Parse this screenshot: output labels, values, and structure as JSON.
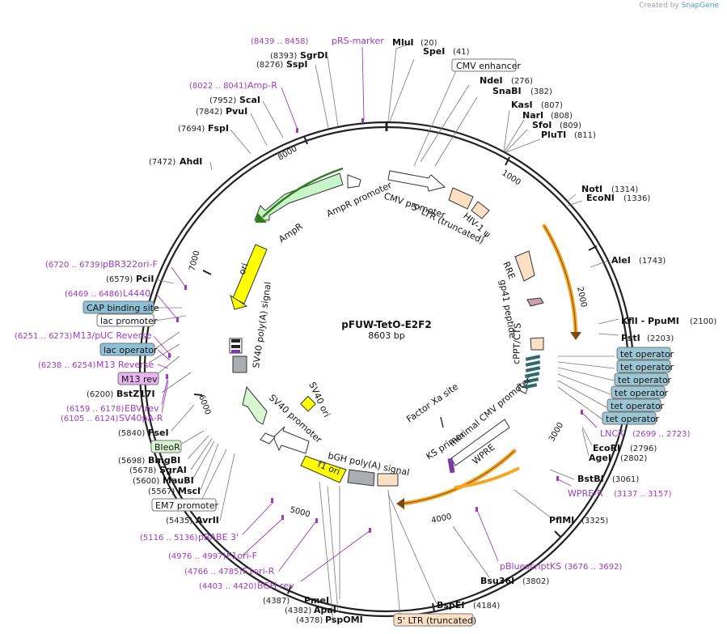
{
  "credit": {
    "prefix": "Created by",
    "brand": "SnapGene"
  },
  "plasmid": {
    "name": "pFUW-TetO-E2F2",
    "length": "8603 bp"
  },
  "ticks": [
    "1000",
    "2000",
    "3000",
    "4000",
    "5000",
    "6000",
    "7000",
    "8000"
  ],
  "sites": [
    {
      "name": "MluI",
      "pos": "(20)"
    },
    {
      "name": "SpeI",
      "pos": "(41)"
    },
    {
      "name": "NdeI",
      "pos": "(276)"
    },
    {
      "name": "SnaBI",
      "pos": "(382)"
    },
    {
      "name": "KasI",
      "pos": "(807)"
    },
    {
      "name": "NarI",
      "pos": "(808)"
    },
    {
      "name": "SfoI",
      "pos": "(809)"
    },
    {
      "name": "PluTI",
      "pos": "(811)"
    },
    {
      "name": "NotI",
      "pos": "(1314)"
    },
    {
      "name": "EcoNI",
      "pos": "(1336)"
    },
    {
      "name": "AleI",
      "pos": "(1743)"
    },
    {
      "name": "KflI  - PpuMI",
      "pos": "(2100)"
    },
    {
      "name": "PstI",
      "pos": "(2203)"
    },
    {
      "name": "EcoRI",
      "pos": "(2796)"
    },
    {
      "name": "AgeI",
      "pos": "(2802)"
    },
    {
      "name": "BstBI",
      "pos": "(3061)"
    },
    {
      "name": "PflMI",
      "pos": "(3325)"
    },
    {
      "name": "Bsu36I",
      "pos": "(3802)"
    },
    {
      "name": "BspEI",
      "pos": "(4184)"
    },
    {
      "name": "PmeI",
      "pos": "(4387)"
    },
    {
      "name": "ApaI",
      "pos": "(4382)"
    },
    {
      "name": "PspOMI",
      "pos": "(4378)"
    },
    {
      "name": "AvrII",
      "pos": "(5435)"
    },
    {
      "name": "MscI",
      "pos": "(5567)"
    },
    {
      "name": "MauBI",
      "pos": "(5600)"
    },
    {
      "name": "SgrAI",
      "pos": "(5678)"
    },
    {
      "name": "BmgBI",
      "pos": "(5698)"
    },
    {
      "name": "FseI",
      "pos": "(5840)"
    },
    {
      "name": "BstZ17I",
      "pos": "(6200)"
    },
    {
      "name": "PciI",
      "pos": "(6579)"
    },
    {
      "name": "AhdI",
      "pos": "(7472)"
    },
    {
      "name": "FspI",
      "pos": "(7694)"
    },
    {
      "name": "PvuI",
      "pos": "(7842)"
    },
    {
      "name": "ScaI",
      "pos": "(7952)"
    },
    {
      "name": "SspI",
      "pos": "(8276)"
    },
    {
      "name": "SgrDI",
      "pos": "(8393)"
    }
  ],
  "primers": [
    {
      "name": "pRS-marker",
      "pos": "(8439 .. 8458)"
    },
    {
      "name": "Amp-R",
      "pos": "(8022 .. 8041)"
    },
    {
      "name": "pBR322ori-F",
      "pos": "(6720 .. 6739)"
    },
    {
      "name": "L4440",
      "pos": "(6469 .. 6486)"
    },
    {
      "name": "M13/pUC Reverse",
      "pos": "(6251 .. 6273)"
    },
    {
      "name": "M13 Reverse",
      "pos": "(6238 .. 6254)"
    },
    {
      "name": "EBV-rev",
      "pos": "(6159 .. 6178)"
    },
    {
      "name": "SV40pA-R",
      "pos": "(6105 .. 6124)"
    },
    {
      "name": "pBABE 3'",
      "pos": "(5116 .. 5136)"
    },
    {
      "name": "F1ori-F",
      "pos": "(4976 .. 4997)"
    },
    {
      "name": "F1ori-R",
      "pos": "(4766 .. 4785)"
    },
    {
      "name": "BGH-rev",
      "pos": "(4403 .. 4420)"
    },
    {
      "name": "pBluescriptKS",
      "pos": "(3676 .. 3692)"
    },
    {
      "name": "WPRE-R",
      "pos": "(3137 .. 3157)"
    },
    {
      "name": "LNCX",
      "pos": "(2699 .. 2723)"
    }
  ],
  "boxed_labels": {
    "cmv_enhancer": "CMV enhancer",
    "cap_binding": "CAP binding site",
    "lac_promoter": "lac promoter",
    "lac_operator": "lac operator",
    "m13_rev": "M13 rev",
    "bleor": "BleoR",
    "em7": "EM7 promoter",
    "ltr_bottom": "5' LTR (truncated)",
    "tet_operator": "tet operator"
  },
  "features": {
    "cmv_promoter": "CMV promoter",
    "ltr_inner": "5' LTR (truncated)",
    "hiv_psi": "HIV-1 ψ",
    "rre": "RRE",
    "gp41": "gp41 peptide",
    "cppt": "cPPT/CTS",
    "ampr_promoter": "AmpR promoter",
    "ampr": "AmpR",
    "ori": "ori",
    "sv40_polya": "SV40 poly(A) signal",
    "sv40_ori": "SV40 ori",
    "sv40_promoter": "SV40 promoter",
    "f1_ori": "f1 ori",
    "bgh_polya": "bGH poly(A) signal",
    "factor_xa": "Factor Xa site",
    "ks_primer": "KS primer",
    "min_cmv": "minimal CMV promoter",
    "wpre": "WPRE"
  },
  "colors": {
    "primer": "#a03ac0",
    "ampr_fill": "#c8f5c8",
    "ampr_line": "#2e7d1a",
    "ori_fill": "#ffff00",
    "ltr_fill": "#fde0c4",
    "tet_fill": "#9bc6d6",
    "lac_fill": "#8dc0d6",
    "m13_fill": "#e6b5ee",
    "bleor_fill": "#d8f6cf",
    "orange_arc": "#f5a623",
    "teal_bar": "#2e6b6b"
  }
}
